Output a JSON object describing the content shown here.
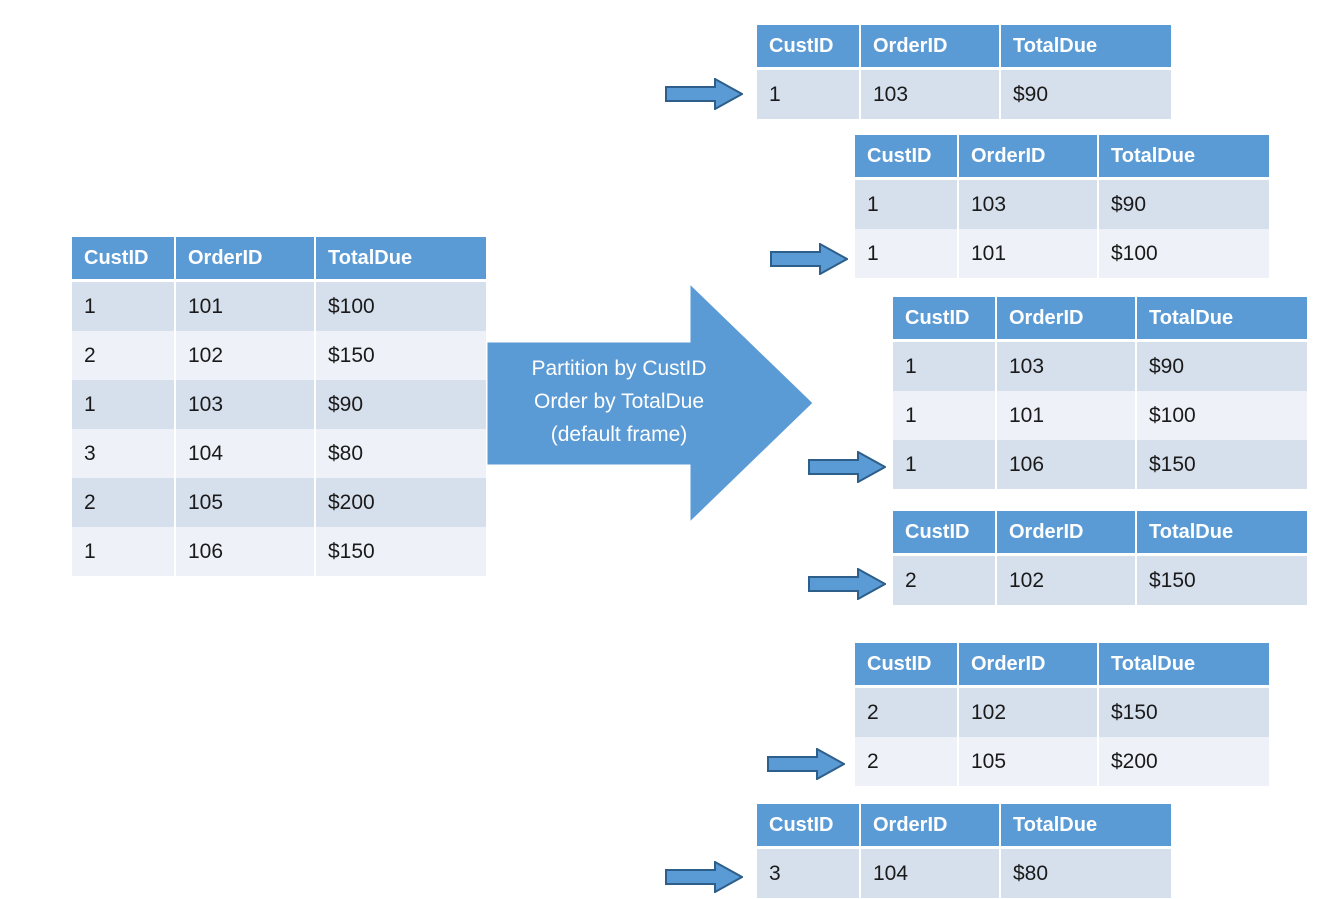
{
  "diagram": {
    "title": "SQL window function partition illustration",
    "colors": {
      "header_blue": "#5B9BD5",
      "row_band_dark": "#D6DFEC",
      "row_band_light": "#EEF2F8",
      "arrow_fill": "#5B9BD5",
      "arrow_stroke": "#2E5F8A",
      "text_dark": "#1a1a1a",
      "text_light": "#ffffff",
      "background": "#ffffff"
    }
  },
  "columns": [
    "CustID",
    "OrderID",
    "TotalDue"
  ],
  "source_table": {
    "name": "source-table",
    "columns": [
      "CustID",
      "OrderID",
      "TotalDue"
    ],
    "rows": [
      [
        "1",
        "101",
        "$100"
      ],
      [
        "2",
        "102",
        "$150"
      ],
      [
        "1",
        "103",
        "$90"
      ],
      [
        "3",
        "104",
        "$80"
      ],
      [
        "2",
        "105",
        "$200"
      ],
      [
        "1",
        "106",
        "$150"
      ]
    ]
  },
  "transform_arrow": {
    "name": "partition-arrow",
    "lines": [
      "Partition by CustID",
      "Order by TotalDue",
      "(default frame)"
    ]
  },
  "frames": [
    {
      "id": "frame-1",
      "columns": [
        "CustID",
        "OrderID",
        "TotalDue"
      ],
      "rows": [
        [
          "1",
          "103",
          "$90"
        ]
      ]
    },
    {
      "id": "frame-2",
      "columns": [
        "CustID",
        "OrderID",
        "TotalDue"
      ],
      "rows": [
        [
          "1",
          "103",
          "$90"
        ],
        [
          "1",
          "101",
          "$100"
        ]
      ]
    },
    {
      "id": "frame-3",
      "columns": [
        "CustID",
        "OrderID",
        "TotalDue"
      ],
      "rows": [
        [
          "1",
          "103",
          "$90"
        ],
        [
          "1",
          "101",
          "$100"
        ],
        [
          "1",
          "106",
          "$150"
        ]
      ]
    },
    {
      "id": "frame-4",
      "columns": [
        "CustID",
        "OrderID",
        "TotalDue"
      ],
      "rows": [
        [
          "2",
          "102",
          "$150"
        ]
      ]
    },
    {
      "id": "frame-5",
      "columns": [
        "CustID",
        "OrderID",
        "TotalDue"
      ],
      "rows": [
        [
          "2",
          "102",
          "$150"
        ],
        [
          "2",
          "105",
          "$200"
        ]
      ]
    },
    {
      "id": "frame-6",
      "columns": [
        "CustID",
        "OrderID",
        "TotalDue"
      ],
      "rows": [
        [
          "3",
          "104",
          "$80"
        ]
      ]
    }
  ]
}
